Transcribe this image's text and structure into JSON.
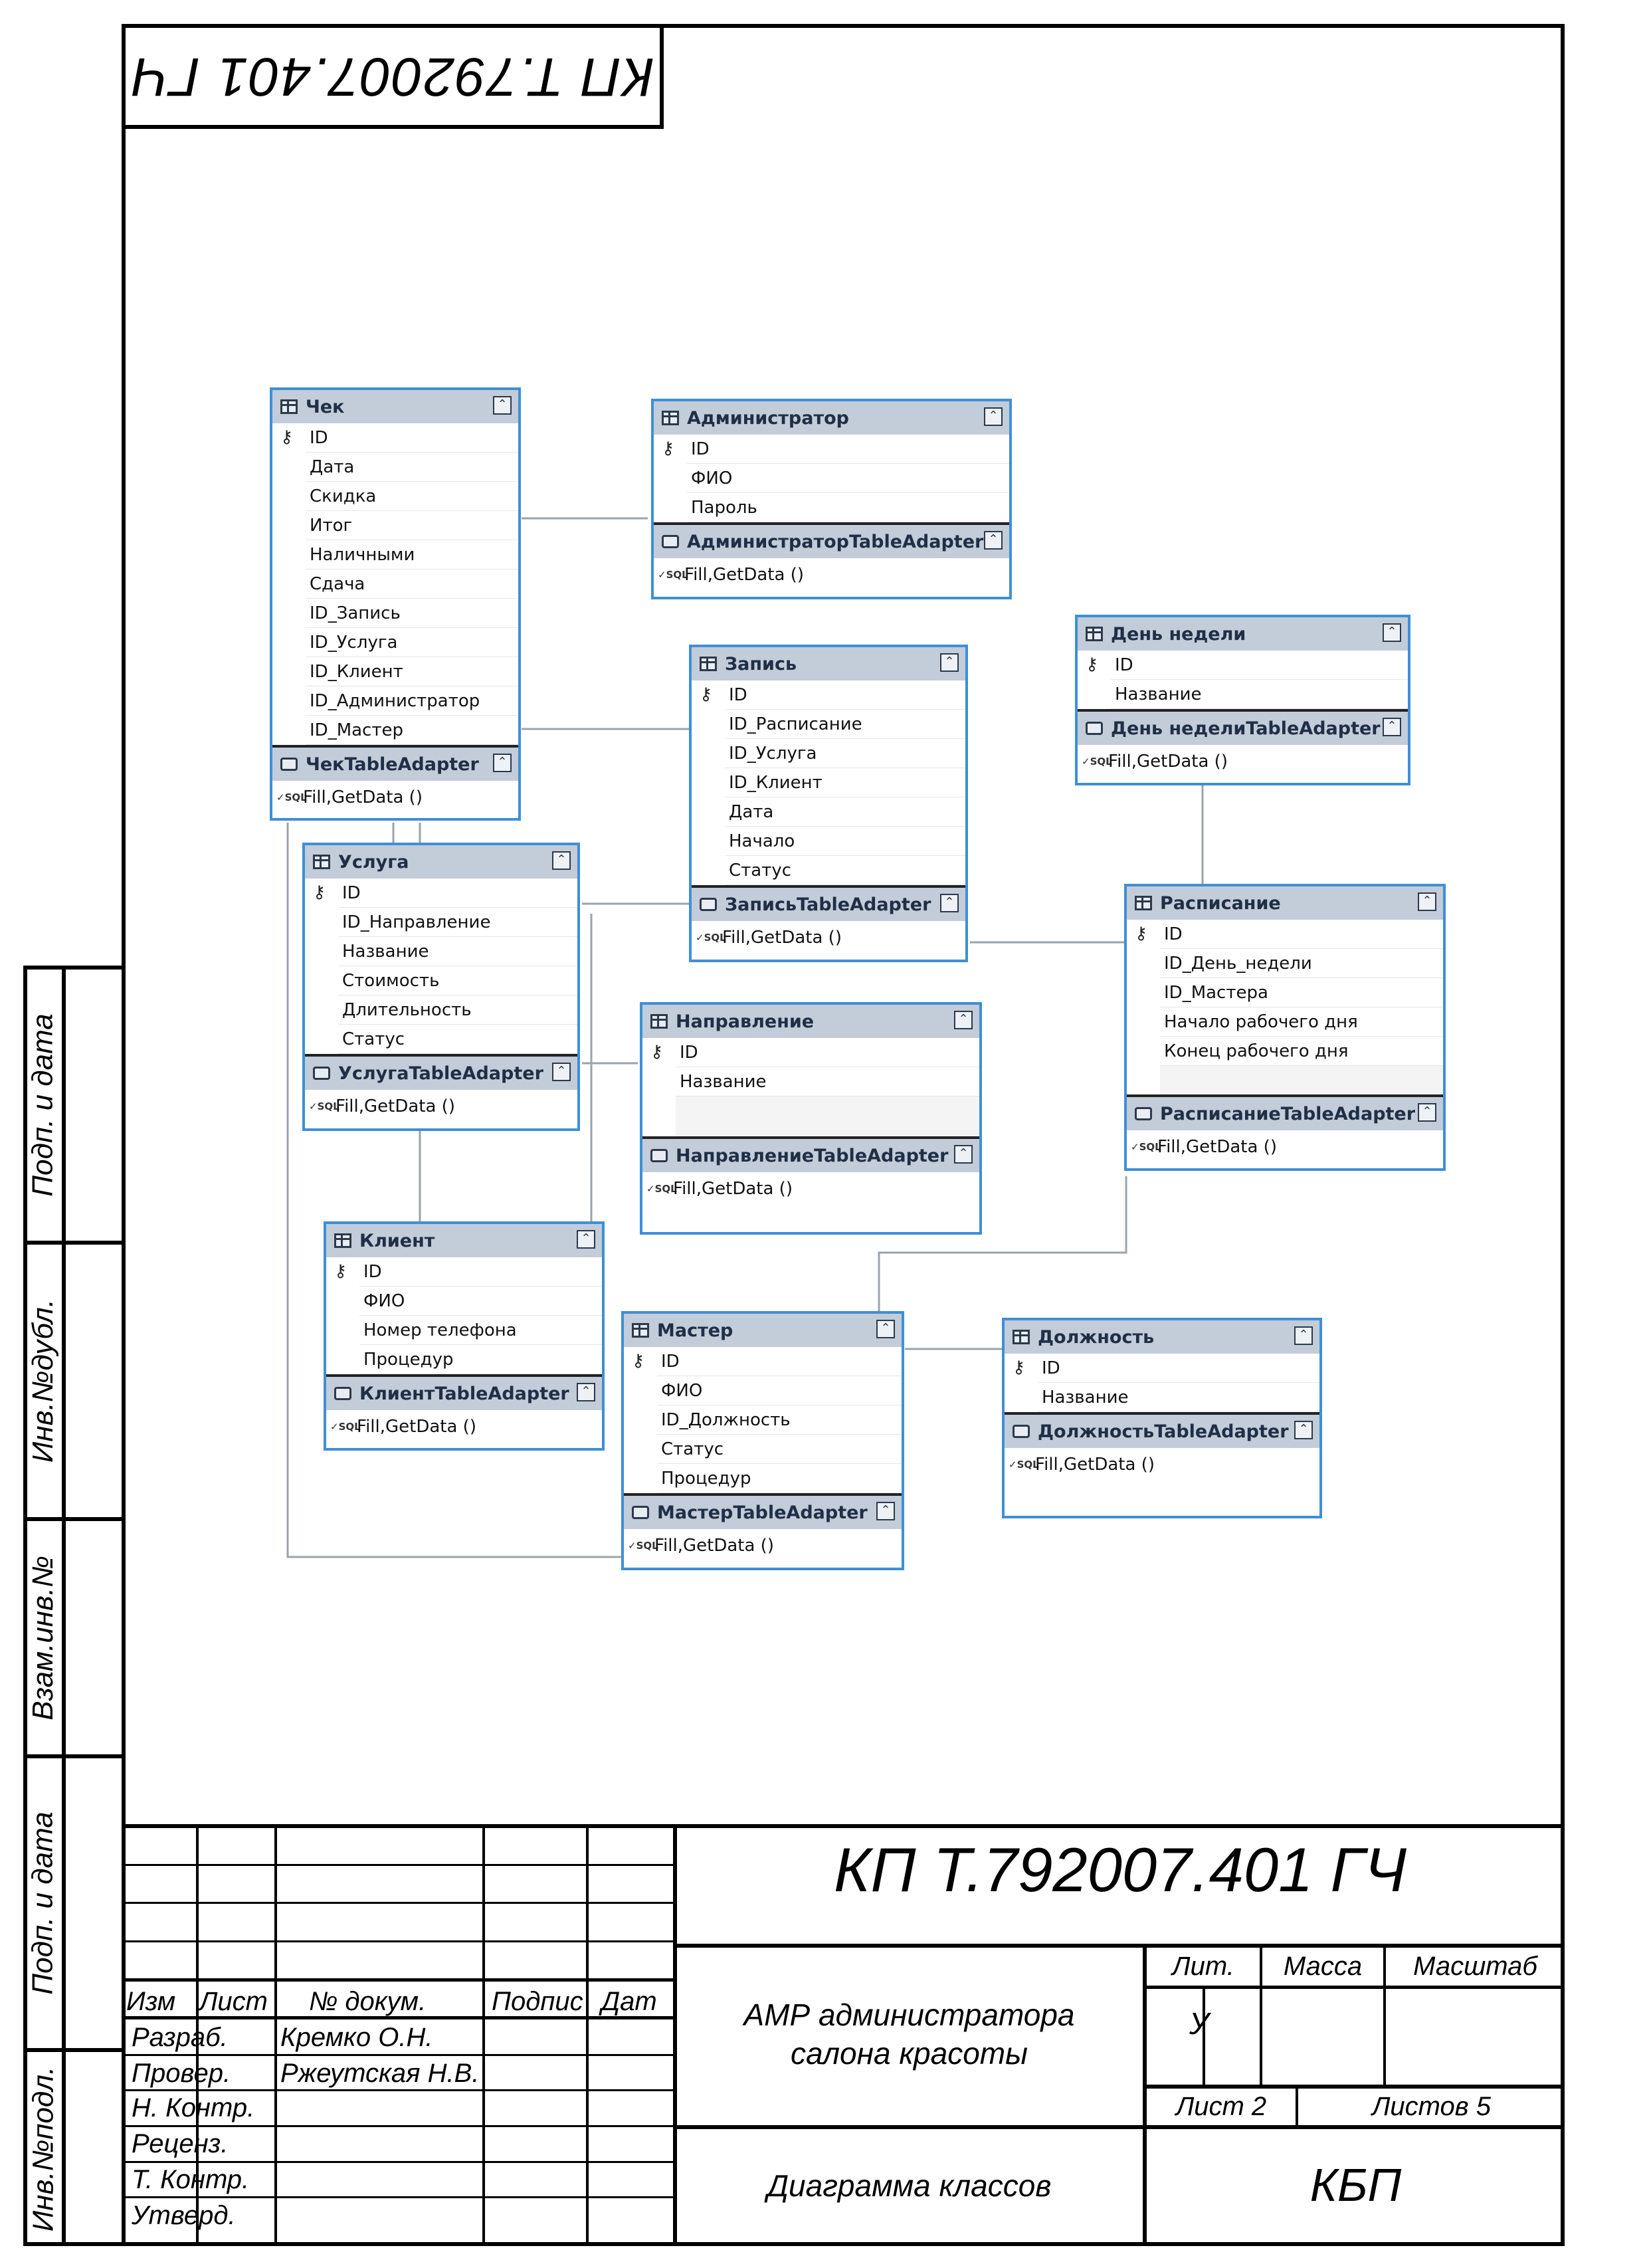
{
  "document": {
    "code": "КП Т.792007.401 ГЧ",
    "top_stamp": "КП Т.792007.401 ГЧ"
  },
  "side_strip": {
    "labels": [
      "Подп. и дата",
      "Инв.№дубл.",
      "Взам.инв.№",
      "Подп. и дата",
      "Инв.№подл."
    ]
  },
  "diagram": {
    "classes": {
      "check": {
        "title": "Чек",
        "fields": [
          "ID",
          "Дата",
          "Скидка",
          "Итог",
          "Наличными",
          "Сдача",
          "ID_Запись",
          "ID_Услуга",
          "ID_Клиент",
          "ID_Администратор",
          "ID_Мастер"
        ],
        "adapter": "ЧекTableAdapter",
        "method": "Fill,GetData ()"
      },
      "admin": {
        "title": "Администратор",
        "fields": [
          "ID",
          "ФИО",
          "Пароль"
        ],
        "adapter": "АдминистраторTableAdapter",
        "method": "Fill,GetData ()"
      },
      "record": {
        "title": "Запись",
        "fields": [
          "ID",
          "ID_Расписание",
          "ID_Услуга",
          "ID_Клиент",
          "Дата",
          "Начало",
          "Статус"
        ],
        "adapter": "ЗаписьTableAdapter",
        "method": "Fill,GetData ()"
      },
      "weekday": {
        "title": "День недели",
        "fields": [
          "ID",
          "Название"
        ],
        "adapter": "День неделиTableAdapter",
        "method": "Fill,GetData ()"
      },
      "service": {
        "title": "Услуга",
        "fields": [
          "ID",
          "ID_Направление",
          "Название",
          "Стоимость",
          "Длительность",
          "Статус"
        ],
        "adapter": "УслугаTableAdapter",
        "method": "Fill,GetData ()"
      },
      "schedule": {
        "title": "Расписание",
        "fields": [
          "ID",
          "ID_День_недели",
          "ID_Мастера",
          "Начало рабочего дня",
          "Конец рабочего дня"
        ],
        "adapter": "РасписаниеTableAdapter",
        "method": "Fill,GetData ()"
      },
      "direction": {
        "title": "Направление",
        "fields": [
          "ID",
          "Название"
        ],
        "adapter": "НаправлениеTableAdapter",
        "method": "Fill,GetData ()"
      },
      "client": {
        "title": "Клиент",
        "fields": [
          "ID",
          "ФИО",
          "Номер телефона",
          "Процедур"
        ],
        "adapter": "КлиентTableAdapter",
        "method": "Fill,GetData ()"
      },
      "master": {
        "title": "Мастер",
        "fields": [
          "ID",
          "ФИО",
          "ID_Должность",
          "Статус",
          "Процедур"
        ],
        "adapter": "МастерTableAdapter",
        "method": "Fill,GetData ()"
      },
      "position": {
        "title": "Должность",
        "fields": [
          "ID",
          "Название"
        ],
        "adapter": "ДолжностьTableAdapter",
        "method": "Fill,GetData ()"
      }
    }
  },
  "title_block": {
    "code": "КП Т.792007.401 ГЧ",
    "headers": {
      "izm": "Изм",
      "list": "Лист",
      "doc": "№ докум.",
      "sign": "Подпис",
      "date": "Дат"
    },
    "roles": [
      "Разраб.",
      "Провер.",
      "Н. Контр.",
      "Реценз.",
      "Т. Контр.",
      "Утверд."
    ],
    "names": [
      "Кремко О.Н.",
      "Ржеутская Н.В."
    ],
    "project_title": [
      "АМР администратора",
      "салона красоты"
    ],
    "sheet_name": "Диаграмма классов",
    "lit_label": "Лит.",
    "mass_label": "Масса",
    "scale_label": "Масштаб",
    "lit_value": "У",
    "sheet": "Лист 2",
    "sheets": "Листов 5",
    "org": "КБП"
  }
}
